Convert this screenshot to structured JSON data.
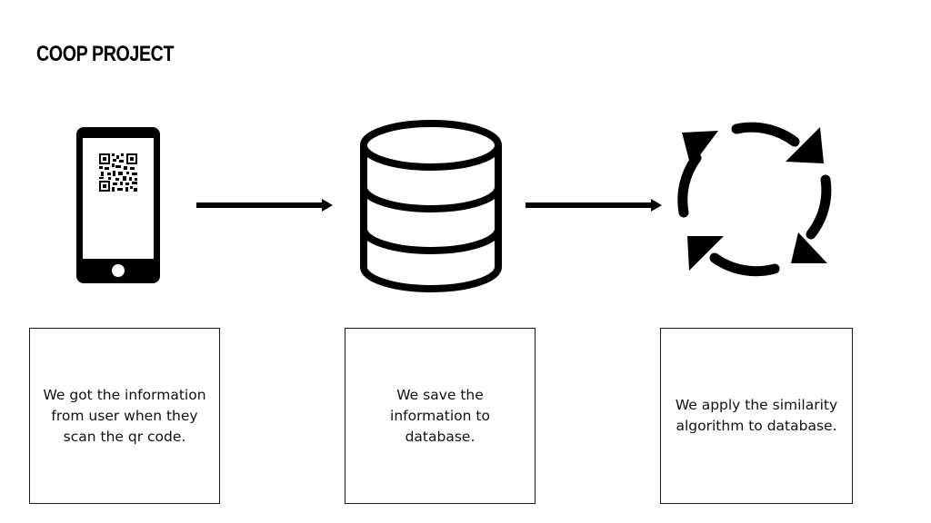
{
  "slide": {
    "title": "COOP PROJECT"
  },
  "steps": [
    {
      "icon": "phone-qr-icon",
      "text": "We got the information from user when they scan the qr code."
    },
    {
      "icon": "database-icon",
      "text": "We save the information to database."
    },
    {
      "icon": "cycle-arrows-icon",
      "text": "We apply the similarity algorithm to database."
    }
  ],
  "colors": {
    "foreground": "#000000",
    "background": "#ffffff"
  }
}
